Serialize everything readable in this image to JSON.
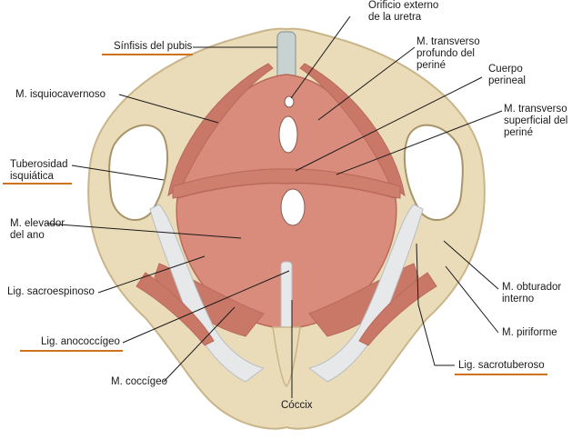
{
  "colors": {
    "bone": "#eadcb8",
    "bone_shadow": "#c9b58a",
    "muscle": "#d98c7c",
    "muscle_dark": "#b9695a",
    "ligament": "#e6e8ea",
    "leader": "#1a1a1a",
    "underline": "#d2711c"
  },
  "labels": {
    "sinfisis": [
      "Sínfisis del pubis"
    ],
    "orificio": [
      "Orificio externo",
      "de la uretra"
    ],
    "transverso_profundo": [
      "M. transverso",
      "profundo del",
      "periné"
    ],
    "cuerpo_perineal": [
      "Cuerpo",
      "perineal"
    ],
    "isquiocavernoso": [
      "M. isquiocavernoso"
    ],
    "transverso_superficial": [
      "M. transverso",
      "superficial del",
      "periné"
    ],
    "tuberosidad": [
      "Tuberosidad",
      "isquiática"
    ],
    "elevador": [
      "M. elevador",
      "del ano"
    ],
    "sacroespinoso": [
      "Lig. sacroespinoso"
    ],
    "obturador": [
      "M. obturador",
      "interno"
    ],
    "piriforme": [
      "M. piriforme"
    ],
    "anococcigeo": [
      "Lig. anococcígeo"
    ],
    "sacrotuberoso": [
      "Lig. sacrotuberoso"
    ],
    "coccigeo": [
      "M. coccígeo"
    ],
    "coccix": [
      "Cóccix"
    ]
  }
}
